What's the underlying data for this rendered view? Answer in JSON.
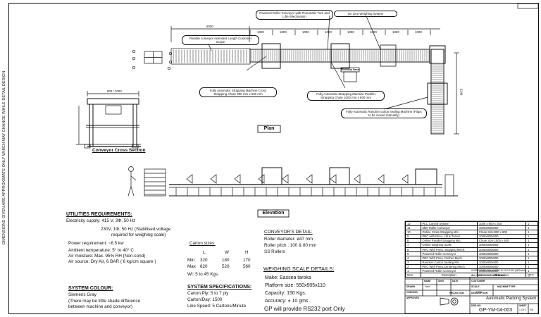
{
  "side_note": "DIMENSIONS GIVEN ARE APPROXIMATE ONLY WHICH MAY CHANGE WHILE DETAIL DESIGN",
  "plan": {
    "title": "Plan",
    "dim_overall": "6000",
    "dims": [
      "1000",
      "1000",
      "1000",
      "1000",
      "1000",
      "1000",
      "1000",
      "1000"
    ],
    "callouts": {
      "flexible_conveyor": "Flexible conveyor extended Length Customer Scope",
      "powered_roller": "Powered Roller Conveyor with Pneumatic Turn and Lifter Mechanism",
      "online_weighing": "On Line Weighing System",
      "cross_strapping": "Fully Automatic Strapping Machine Cross Strapping Chute 800 mm x 600 mm",
      "parallel_strapping": "Fully Automatic Strapping Machine Parallel Strapping Chute 1000 mm x 600 mm",
      "carton_sealing": "Fully Automatic Random carton sealing Machine (Flaps to be closed manually)",
      "control_panel": "Electrical Panel"
    },
    "side_dim": "3140"
  },
  "conveyor_section": {
    "title": "Conveyor Cross Section",
    "dim": "800 / 1000"
  },
  "elevation": {
    "title": "Elevation"
  },
  "utilities": {
    "heading": "UTILITIES REQUIREMENTS:",
    "lines": [
      "Electricity supply: 415 V, 3Φ, 50 Hz",
      "230V, 1Φ, 50 Hz (Stabilised voltage",
      "required for weighing scale)",
      "Power requirement: ~6.5 kw",
      "Ambient temperature: 5° to 40° C",
      "Air moisture: Max. 95% RH (Non-cond)",
      "Air source: Dry Air, 6 BAR ( 6 kg/cm square )"
    ]
  },
  "colour": {
    "heading": "SYSTEM COLOUR:",
    "lines": [
      "Siemens Gray",
      "(There may be little shade difference",
      "between machine and conveyor)"
    ]
  },
  "carton": {
    "heading": "Carton sizes:",
    "cols": [
      "L",
      "W",
      "H"
    ],
    "rows": [
      {
        "label": "Min",
        "values": [
          "320",
          "180",
          "170"
        ]
      },
      {
        "label": "Max",
        "values": [
          "820",
          "520",
          "560"
        ]
      }
    ],
    "weight": "Wt: 5 to 45 Kgs."
  },
  "spec": {
    "heading": "SYSTEM SPECIFICATIONS:",
    "lines": [
      "Carton Ply: 5 to 7 ply",
      "Carton/Day: 1500",
      "Line Speed: 5 Cartons/Minute"
    ]
  },
  "roller": {
    "heading": "CONVEYOR'S DETAIL:",
    "lines": [
      "Roller diameter: ø47 mm",
      "Roller pitch : 100 & 80 mm",
      "SS Rollers"
    ]
  },
  "weighing": {
    "heading": "WEIGHING SCALE DETAILS:",
    "lines": [
      "Make: Eassea taroka",
      "Platform size: 550x505x110",
      "Capacity: 150 Kgs.",
      "Accuracy: ± 10 gms"
    ],
    "note": "GP will provide  RS232 port Only"
  },
  "bom": {
    "rows": [
      {
        "no": "12",
        "desc": "PLC Control System",
        "dim": "1000 x 800 x 250",
        "qty": "1"
      },
      {
        "no": "11",
        "desc": "Idler Roller Conveyor",
        "dim": "1000x800x800",
        "qty": "1"
      },
      {
        "no": "10",
        "desc": "Online  Cross Strapping M/c.",
        "dim": "Chute Size:800 x 600",
        "qty": "1"
      },
      {
        "no": "9",
        "desc": "PRC with Pneu. Lift & Turner",
        "dim": "1000x800x800",
        "qty": "1"
      },
      {
        "no": "8",
        "desc": "Online Parallel Strapping M/c.",
        "dim": "Chute Size:1000 x 600",
        "qty": "1"
      },
      {
        "no": "7",
        "desc": "Online weighing Scale",
        "dim": "1000x800x800",
        "qty": "1"
      },
      {
        "no": "6",
        "desc": "PRC With Pneu. Stopping Mech.",
        "dim": "1000x800x800",
        "qty": "1"
      },
      {
        "no": "5",
        "desc": "Powered Roller Conveyor",
        "dim": "1000x800x800",
        "qty": "1"
      },
      {
        "no": "4",
        "desc": "PRC With Pneu. Pusher Mech.",
        "dim": "1000x800x800",
        "qty": "1"
      },
      {
        "no": "3",
        "desc": "Random Carton Sealing M/c.",
        "dim": "1000x800x800",
        "qty": "1"
      },
      {
        "no": "2",
        "desc": "PRC With Pneu.Centering Mech.",
        "dim": "1000x800x800",
        "qty": "1"
      },
      {
        "no": "1",
        "desc": "Powered Roller Conveyor",
        "dim": "1000x800x800",
        "qty": "1"
      }
    ],
    "header": {
      "no": "Item",
      "desc": "Description",
      "dim": "Dimension",
      "qty": "QTY."
    }
  },
  "title_block": {
    "tolerance_note": "UNSPECIFIED TOL AS PER IS-2102-1993 (MEDIUM)",
    "units_note": "ALL DIMENSIONS ARE IN mm",
    "customer_label": "CUSTOMER",
    "scale_label": "SCALE",
    "scale_value": "NTS",
    "machine_type_label": "MACHINE TYPE",
    "description_label": "DESCRIPTION",
    "description": "Automatic Packing System",
    "drawing_no_label": "DRG NO.",
    "drawing_no": "GP-YM-04-003",
    "rev": "R0",
    "sheet_label": "SHEET",
    "sheet": "1 OF 1",
    "drawn_label": "DRAWN",
    "checked_label": "CHECKED",
    "approved_label": "APPROVED",
    "name_label": "NAME",
    "sign_label": "SIGN",
    "date_label": "DATE",
    "projection_label": "PROJECTION",
    "drawn_by": "Yash"
  }
}
